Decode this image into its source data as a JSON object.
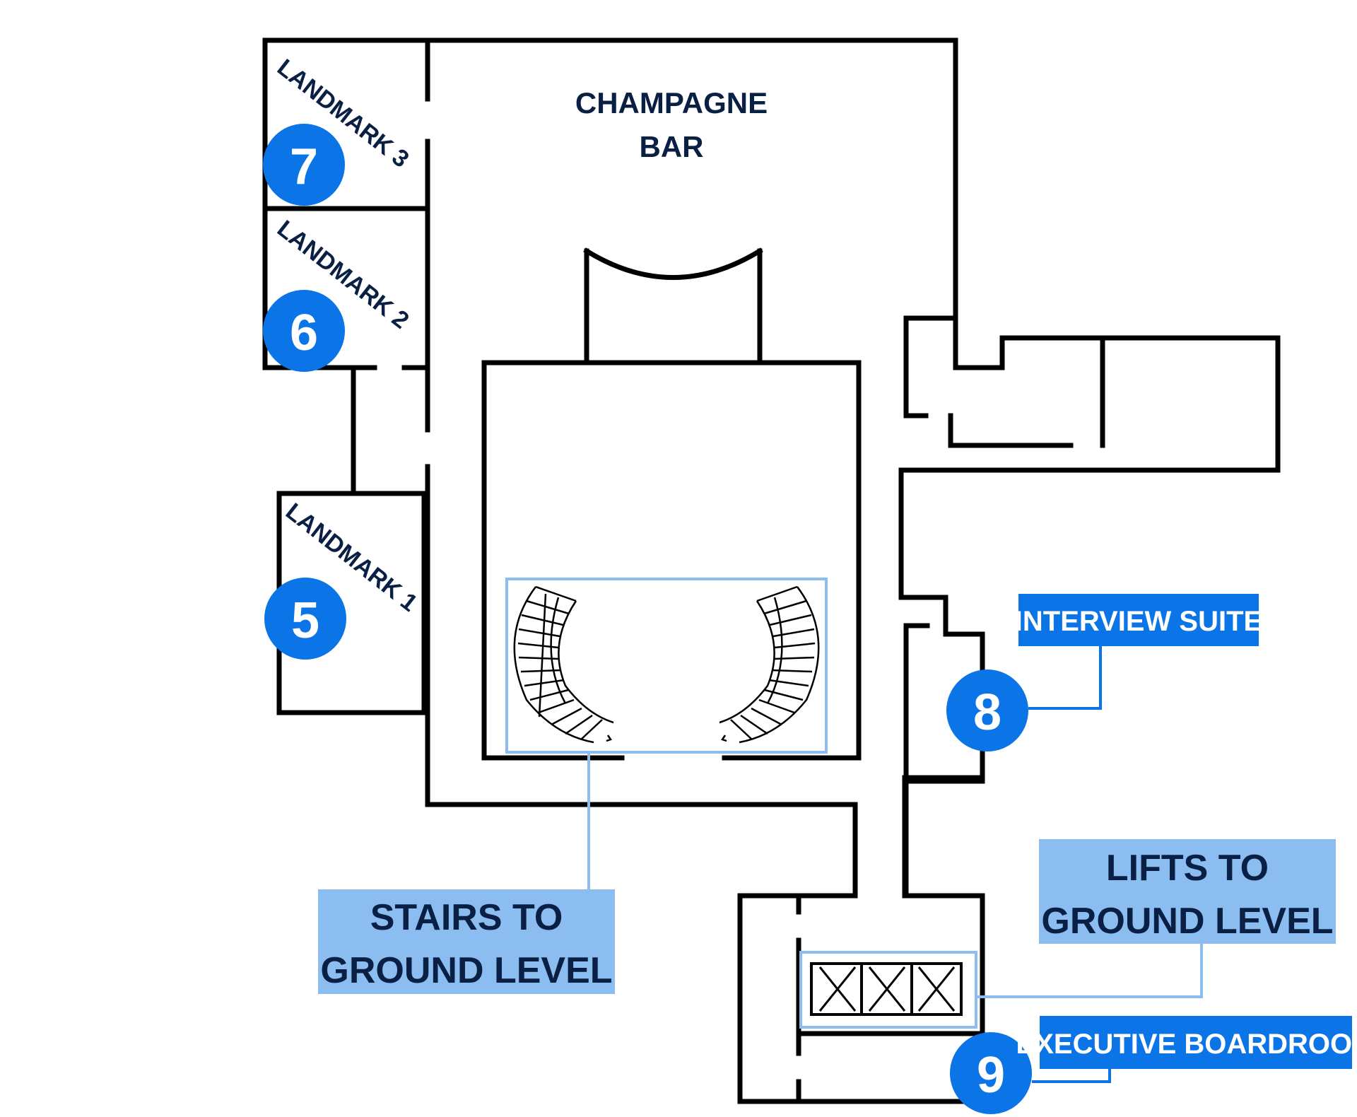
{
  "colors": {
    "wall": "#000000",
    "label_text": "#0a1f44",
    "badge": "#0b74e6",
    "badge_text": "#ffffff",
    "callout_dark": "#0b74e6",
    "callout_light": "#8cbdf0",
    "callout_dark_text": "#ffffff",
    "callout_light_text": "#0a1f44"
  },
  "rooms": {
    "champagne_bar_line1": "CHAMPAGNE",
    "champagne_bar_line2": "BAR",
    "landmark_3": "LANDMARK 3",
    "landmark_2": "LANDMARK 2",
    "landmark_1": "LANDMARK 1"
  },
  "badges": {
    "b5": "5",
    "b6": "6",
    "b7": "7",
    "b8": "8",
    "b9": "9"
  },
  "callouts": {
    "interview_suite": "INTERVIEW SUITE",
    "executive_boardroom": "EXECUTIVE BOARDROOM",
    "stairs_line1": "STAIRS TO",
    "stairs_line2": "GROUND LEVEL",
    "lifts_line1": "LIFTS TO",
    "lifts_line2": "GROUND LEVEL"
  }
}
